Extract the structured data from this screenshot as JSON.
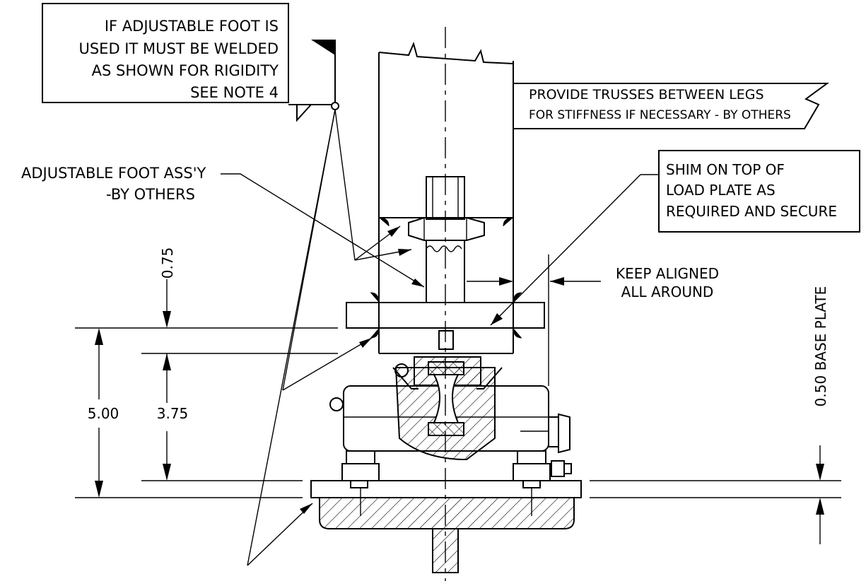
{
  "notes": {
    "weld_note": [
      "IF ADJUSTABLE FOOT IS",
      "USED IT MUST BE WELDED",
      "AS SHOWN FOR RIGIDITY",
      "SEE NOTE 4"
    ],
    "trusses_note": [
      "PROVIDE TRUSSES BETWEEN LEGS",
      "FOR STIFFNESS IF NECESSARY - BY OTHERS"
    ],
    "shim_note": [
      "SHIM ON TOP OF",
      "LOAD PLATE AS",
      "REQUIRED AND SECURE"
    ],
    "foot_note": [
      "ADJUSTABLE FOOT ASS'Y",
      "-BY OTHERS"
    ],
    "align_note": [
      "KEEP ALIGNED",
      "ALL AROUND"
    ]
  },
  "dimensions": {
    "d075": "0.75",
    "d500": "5.00",
    "d375": "3.75",
    "base_plate": "0.50  BASE PLATE"
  }
}
